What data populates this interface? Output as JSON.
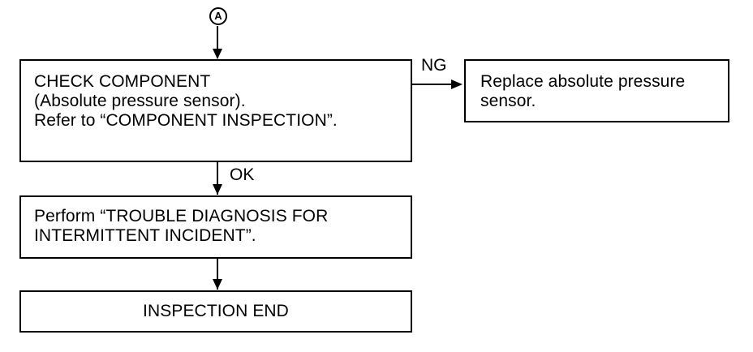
{
  "connector": {
    "label": "A"
  },
  "check_component": {
    "line1": "CHECK COMPONENT",
    "line2": "(Absolute pressure sensor).",
    "line3": "Refer to “COMPONENT INSPECTION”."
  },
  "replace": {
    "line1": "Replace absolute pressure",
    "line2": "sensor."
  },
  "perform": {
    "line1": "Perform “TROUBLE DIAGNOSIS FOR",
    "line2": "INTERMITTENT INCIDENT”."
  },
  "end": {
    "label": "INSPECTION END"
  },
  "branches": {
    "ng": "NG",
    "ok": "OK"
  }
}
